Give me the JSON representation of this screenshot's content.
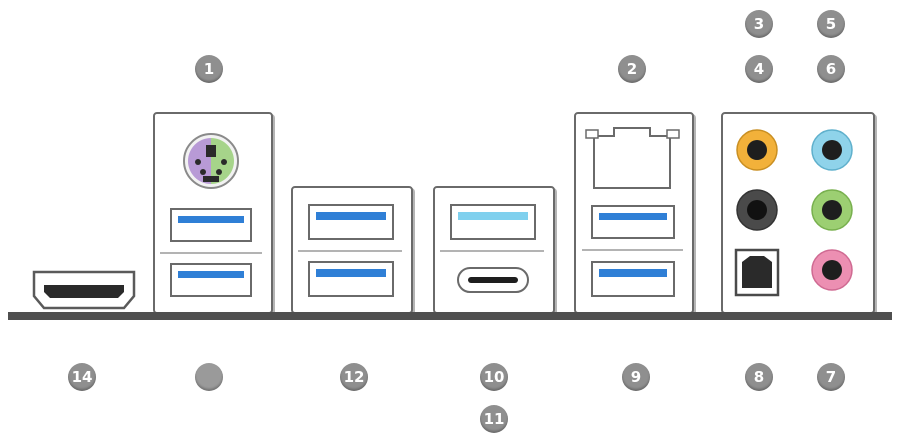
{
  "callouts": {
    "c1": "1",
    "c2": "2",
    "c3": "3",
    "c4": "4",
    "c5": "5",
    "c6": "6",
    "c7": "7",
    "c8": "8",
    "c9": "9",
    "c10": "10",
    "c11": "11",
    "c12": "12",
    "c14": "14",
    "c13_blank": ""
  },
  "colors": {
    "usb3_blue": "#2f7fd6",
    "usb_light_blue": "#7fd0ee",
    "ps2_purple": "#b89ad6",
    "ps2_green": "#a6d48a",
    "audio_orange": "#f2b13a",
    "audio_blue": "#8fd3ea",
    "audio_black": "#4a4a4a",
    "audio_green": "#9ccf72",
    "audio_pink": "#ec8fb2",
    "callout_gray": "#8f8f8f",
    "bar_gray": "#4f4f4f"
  }
}
